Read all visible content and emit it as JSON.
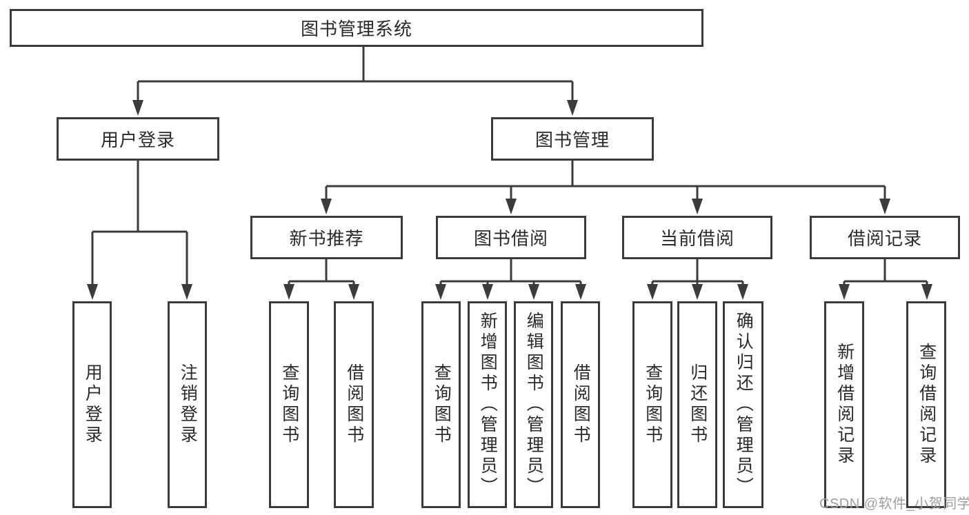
{
  "colors": {
    "line": "#3b3b3b",
    "box_border": "#3b3b3b",
    "text": "#2a2a2a",
    "watermark": "#9e9e9e",
    "background": "#ffffff"
  },
  "diagram": {
    "root": {
      "label": "图书管理系统"
    },
    "branches": [
      {
        "label": "用户登录",
        "leaves": [
          {
            "label": "用户登录"
          },
          {
            "label": "注销登录"
          }
        ]
      },
      {
        "label": "图书管理",
        "sections": [
          {
            "label": "新书推荐",
            "leaves": [
              {
                "label": "查询图书"
              },
              {
                "label": "借阅图书"
              }
            ]
          },
          {
            "label": "图书借阅",
            "leaves": [
              {
                "label": "查询图书"
              },
              {
                "label": "新增图书（管理员）"
              },
              {
                "label": "编辑图书（管理员）"
              },
              {
                "label": "借阅图书"
              }
            ]
          },
          {
            "label": "当前借阅",
            "leaves": [
              {
                "label": "查询图书"
              },
              {
                "label": "归还图书"
              },
              {
                "label": "确认归还（管理员）"
              }
            ]
          },
          {
            "label": "借阅记录",
            "leaves": [
              {
                "label": "新增借阅记录"
              },
              {
                "label": "查询借阅记录"
              }
            ]
          }
        ]
      }
    ]
  },
  "watermark": {
    "label": "CSDN @软件_小贺同学"
  }
}
